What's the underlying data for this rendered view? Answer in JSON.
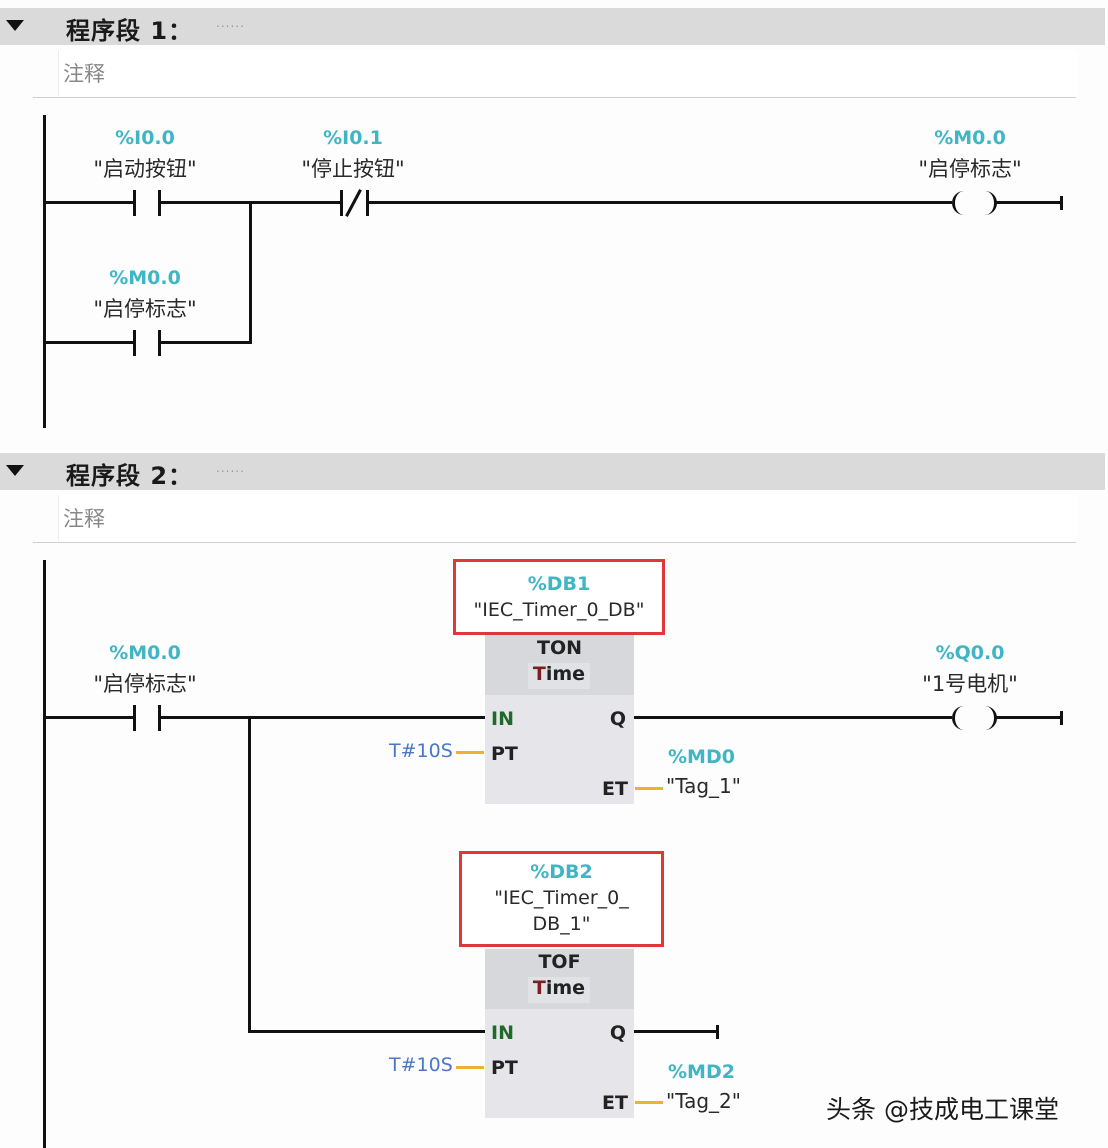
{
  "networks": [
    {
      "title": "程序段 1：",
      "title_dots": "......",
      "comment": "注释",
      "contacts": [
        {
          "type": "NO",
          "address": "%I0.0",
          "tag": "\"启动按钮\""
        },
        {
          "type": "NC",
          "address": "%I0.1",
          "tag": "\"停止按钮\""
        },
        {
          "type": "NO",
          "address": "%M0.0",
          "tag": "\"启停标志\"",
          "branch": "parallel"
        }
      ],
      "coil": {
        "address": "%M0.0",
        "tag": "\"启停标志\""
      }
    },
    {
      "title": "程序段 2：",
      "title_dots": "......",
      "comment": "注释",
      "contacts": [
        {
          "type": "NO",
          "address": "%M0.0",
          "tag": "\"启停标志\""
        }
      ],
      "blocks": [
        {
          "instance_address": "%DB1",
          "instance_name": "\"IEC_Timer_0_DB\"",
          "type": "TON",
          "datatype_first": "T",
          "datatype_rest": "ime",
          "pins": {
            "in": "IN",
            "pt": "PT",
            "q": "Q",
            "et": "ET"
          },
          "pt_value": "T#10S",
          "et_address": "%MD0",
          "et_tag": "\"Tag_1\""
        },
        {
          "instance_address": "%DB2",
          "instance_name_line1": "\"IEC_Timer_0_",
          "instance_name_line2": "DB_1\"",
          "type": "TOF",
          "datatype_first": "T",
          "datatype_rest": "ime",
          "pins": {
            "in": "IN",
            "pt": "PT",
            "q": "Q",
            "et": "ET"
          },
          "pt_value": "T#10S",
          "et_address": "%MD2",
          "et_tag": "\"Tag_2\""
        }
      ],
      "coil": {
        "address": "%Q0.0",
        "tag": "\"1号电机\""
      }
    }
  ],
  "watermark": "头条 @技成电工课堂",
  "colors": {
    "address": "#3fb6c3",
    "constant": "#4a78c4",
    "highlight_box": "#e03838",
    "param_wire": "#f0b030",
    "header_bg": "#dadada"
  }
}
